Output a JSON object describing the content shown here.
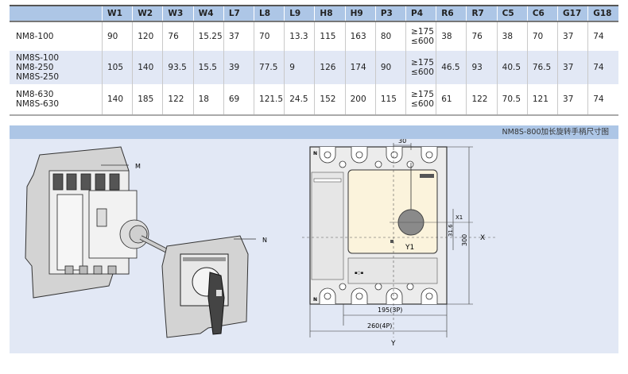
{
  "table": {
    "columns": [
      "",
      "W1",
      "W2",
      "W3",
      "W4",
      "L7",
      "L8",
      "L9",
      "H8",
      "H9",
      "P3",
      "P4",
      "R6",
      "R7",
      "C5",
      "C6",
      "G17",
      "G18"
    ],
    "rows": [
      {
        "models": [
          "NM8-100"
        ],
        "values": [
          "90",
          "120",
          "76",
          "15.25",
          "37",
          "70",
          "13.3",
          "115",
          "163",
          "80",
          [
            "≥175",
            "≤600"
          ],
          "38",
          "76",
          "38",
          "70",
          "37",
          "74"
        ]
      },
      {
        "models": [
          "NM8S-100",
          "NM8-250",
          "NM8S-250"
        ],
        "values": [
          "105",
          "140",
          "93.5",
          "15.5",
          "39",
          "77.5",
          "9",
          "126",
          "174",
          "90",
          [
            "≥175",
            "≤600"
          ],
          "46.5",
          "93",
          "40.5",
          "76.5",
          "37",
          "74"
        ]
      },
      {
        "models": [
          "NM8-630",
          "NM8S-630"
        ],
        "values": [
          "140",
          "185",
          "122",
          "18",
          "69",
          "121.5",
          "24.5",
          "152",
          "200",
          "115",
          [
            "≥175",
            "≤600"
          ],
          "61",
          "122",
          "70.5",
          "121",
          "37",
          "74"
        ]
      }
    ]
  },
  "panel": {
    "title": "NM8S-800加长旋转手柄尺寸图",
    "iso_labels": {
      "m": "M",
      "n": "N"
    },
    "dimensions": {
      "top_offset": "30",
      "x1_label": "X1",
      "x1_offset": "31.6",
      "height": "300",
      "x_axis": "X",
      "y1_label": "Y1",
      "width_3p": "195(3P)",
      "width_4p": "260(4P)",
      "y_axis": "Y",
      "pole_label": "N"
    }
  },
  "colors": {
    "header_blue": "#adc6e6",
    "row_band": "#e2e8f5",
    "cover": "#fbf3dc",
    "handle": "#8a8a8a"
  }
}
